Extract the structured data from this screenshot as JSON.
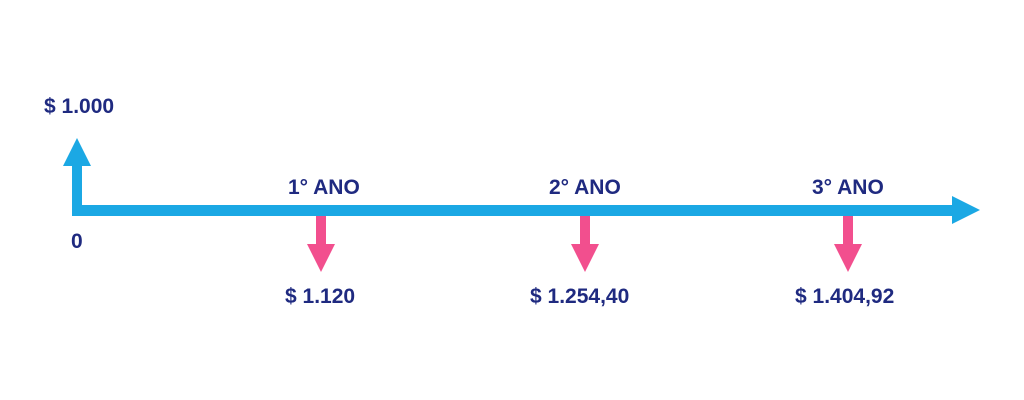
{
  "diagram": {
    "initial_value": "$ 1.000",
    "origin_label": "0",
    "periods": [
      {
        "label": "1° ANO",
        "value": "$ 1.120"
      },
      {
        "label": "2° ANO",
        "value": "$ 1.254,40"
      },
      {
        "label": "3° ANO",
        "value": "$ 1.404,92"
      }
    ],
    "colors": {
      "timeline": "#1ba8e4",
      "outflow_arrow": "#f24f8e",
      "text": "#1f2a80"
    }
  }
}
